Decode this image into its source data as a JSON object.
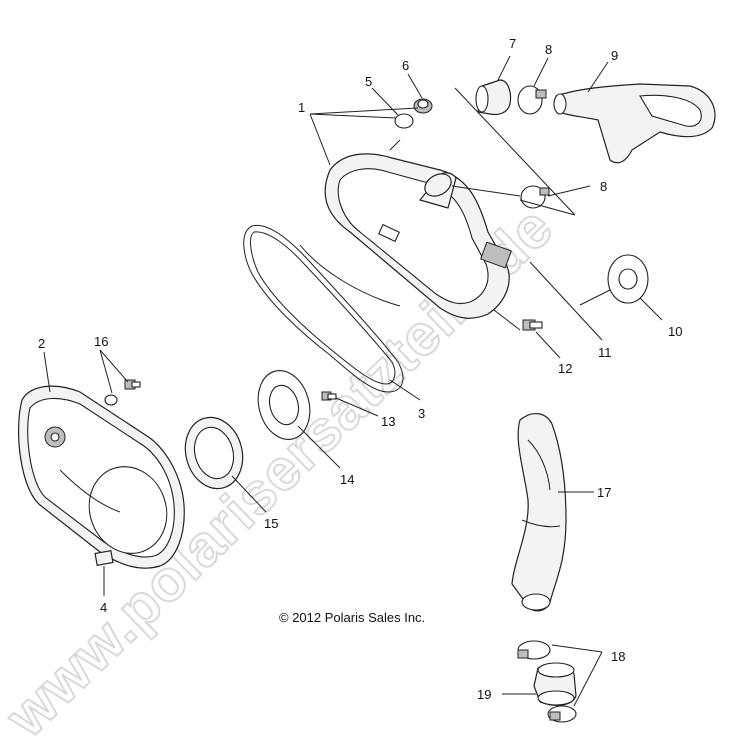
{
  "watermark": "www.polarisersatzteile.de",
  "copyright": "© 2012 Polaris Sales Inc.",
  "callouts": {
    "c1": "1",
    "c2": "2",
    "c3": "3",
    "c4": "4",
    "c5": "5",
    "c6": "6",
    "c7": "7",
    "c8a": "8",
    "c8b": "8",
    "c9": "9",
    "c10": "10",
    "c11": "11",
    "c12": "12",
    "c13": "13",
    "c14": "14",
    "c15": "15",
    "c16": "16",
    "c17": "17",
    "c18": "18",
    "c19": "19"
  }
}
